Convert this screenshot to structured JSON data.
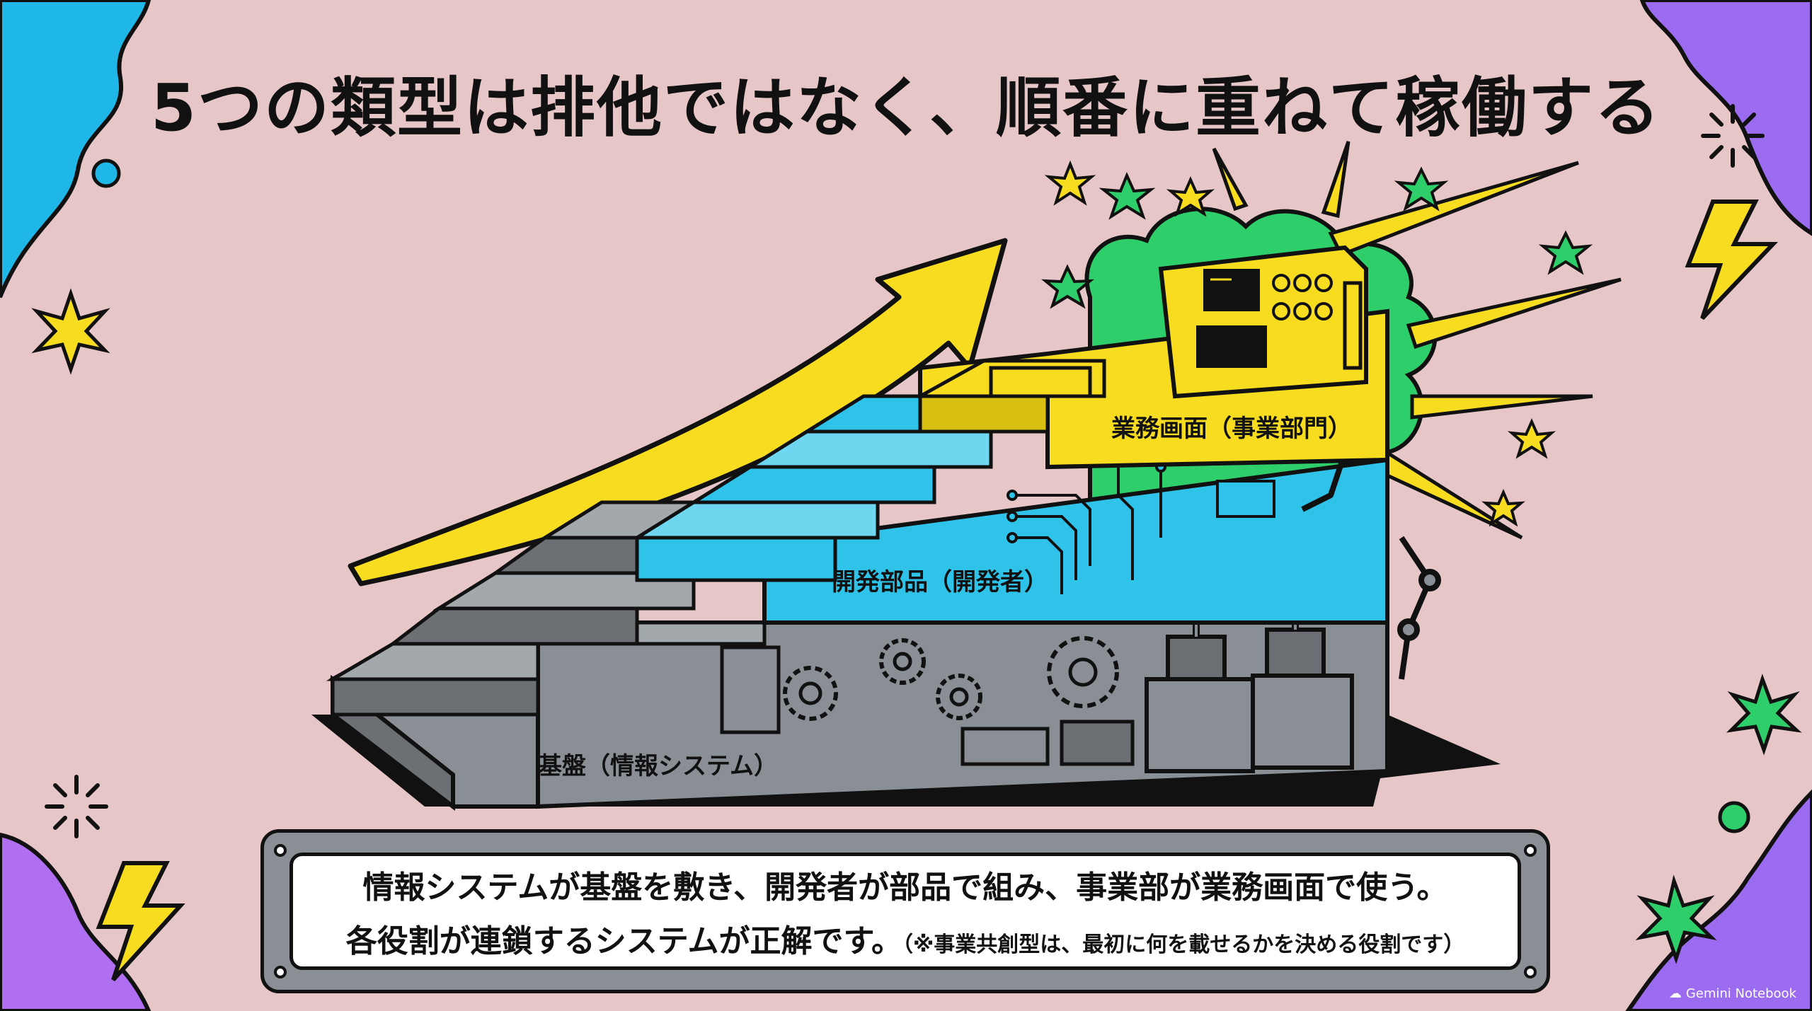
{
  "title": "5つの類型は排他ではなく、順番に重ねて稼働する",
  "layers": {
    "base": "基盤（情報システム）",
    "middle": "開発部品（開発者）",
    "top": "業務画面（事業部門）"
  },
  "caption": {
    "line1": "情報システムが基盤を敷き、開発者が部品で組み、事業部が業務画面で使う。",
    "line2_main": "各役割が連鎖するシステムが正解です。",
    "line2_note": "（※事業共創型は、最初に何を載せるかを決める役割です）"
  },
  "watermark": "Gemini Notebook",
  "colors": {
    "background": "#e6c6c7",
    "yellow": "#f7dc1f",
    "cyan": "#2fc3ea",
    "gray": "#8a8f95",
    "green": "#2ecf6a",
    "purple": "#9b6cf0",
    "blue": "#1fb6e8"
  },
  "icons": [
    "arrow-up-icon",
    "star-icon",
    "lightning-icon",
    "gear-icon",
    "robot-arm-icon",
    "control-panel-icon",
    "burst-icon"
  ]
}
